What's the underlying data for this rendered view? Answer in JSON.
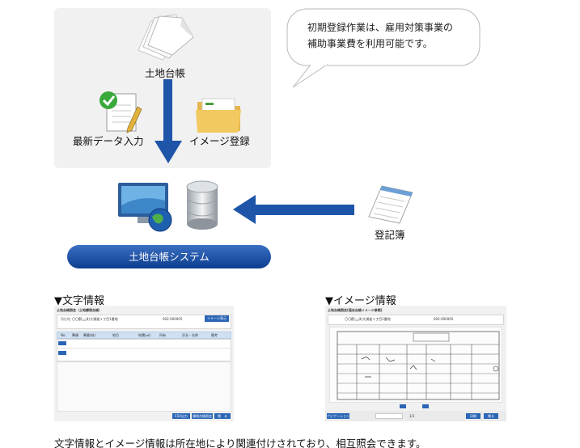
{
  "flow": {
    "ledger_label": "土地台帳",
    "new_data_label": "最新データ入力",
    "image_reg_label": "イメージ登録",
    "system_label": "土地台帳システム",
    "registry_label": "登記簿"
  },
  "callout": {
    "line1": "初期登録作業は、雇用対策事業の",
    "line2": "補助事業費を利用可能です。"
  },
  "text_info": {
    "title": "▼文字情報",
    "screen_title": "土地台帳照会（土地課税台帳）",
    "address_label": "所在地",
    "address_value": "〇〇郡△△町大浦道１丁目1番地",
    "code": "002-000005",
    "image_button": "イメージ表示",
    "columns": [
      "No.",
      "筆順",
      "筆番(枝)",
      "地目",
      "地積(㎡)",
      "所有",
      "氏名・名称",
      "備考"
    ],
    "buttons": [
      "CSV出力",
      "課税台帳照会",
      "閉　る"
    ]
  },
  "image_info": {
    "title": "▼イメージ情報",
    "screen_title": "土地台帳照会(過去台帳イメージ参照)",
    "address_value": "〇〇郡△△町大浦道１丁目1番地",
    "code": "002-000005",
    "nav_label": "ナビゲーション",
    "pager": "1/1",
    "buttons": [
      "印刷",
      "閉る"
    ]
  },
  "footer": "文字情報とイメージ情報は所在地により関連付けされており、相互照会できます。",
  "colors": {
    "system_bar": "#1a4f9f",
    "arrow": "#1e55a8",
    "panel": "#f1f1f1",
    "screen_header": "#2b66b6"
  }
}
